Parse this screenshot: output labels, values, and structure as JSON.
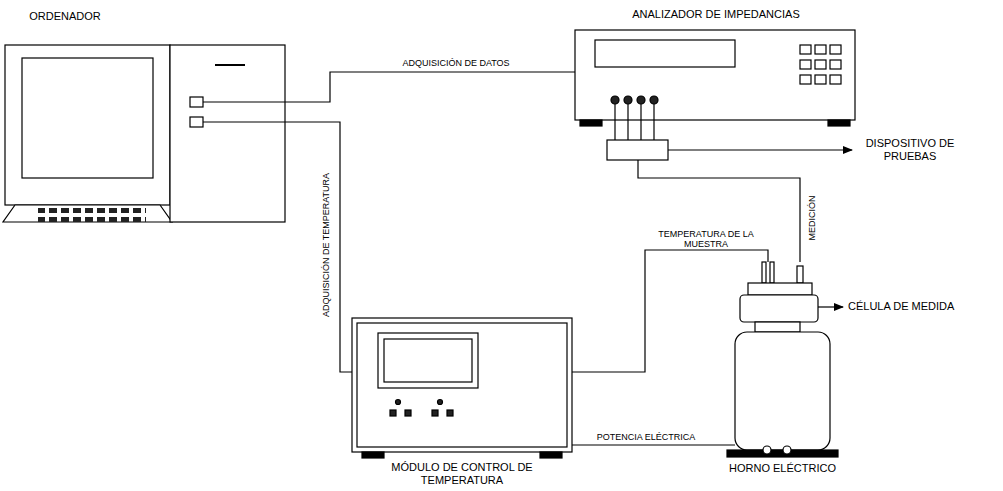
{
  "diagram": {
    "nodes": [
      {
        "text": [
          "ORDENADOR"
        ]
      },
      {
        "text": [
          "ANALIZADOR DE IMPEDANCIAS"
        ]
      },
      {
        "text": [
          "DISPOSITIVO DE PRUEBAS"
        ]
      },
      {
        "text": [
          "MÓDULO DE CONTROL DE TEMPERATURA"
        ]
      },
      {
        "text": [
          "CÉLULA DE MEDIDA"
        ]
      },
      {
        "text": [
          "HORNO ELÉCTRICO"
        ]
      }
    ],
    "edges": [
      {
        "from": 0,
        "to": 1,
        "label": "ADQUISICIÓN DE DATOS",
        "arrow": "none"
      },
      {
        "from": 0,
        "to": 3,
        "label": "ADQUISICIÓN DE TEMPERATURA",
        "arrow": "none"
      },
      {
        "from": 1,
        "to": 2,
        "arrow": "none"
      },
      {
        "from": 2,
        "to": 4,
        "label": "MEDICIÓN",
        "arrow": "none"
      },
      {
        "from": 3,
        "to": 4,
        "label": "TEMPERATURA DE LA MUESTRA",
        "arrow": "none"
      },
      {
        "from": 3,
        "to": 5,
        "label": "POTENCIA ELÉCTRICA",
        "arrow": "none"
      }
    ]
  }
}
